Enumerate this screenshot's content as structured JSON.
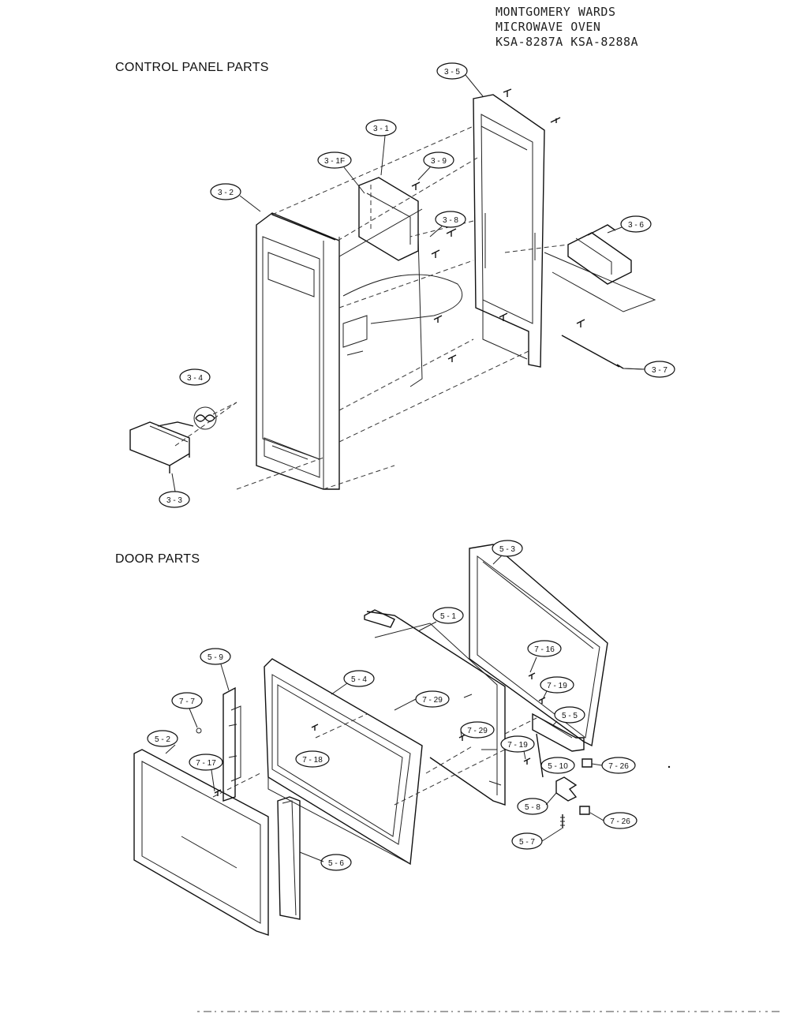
{
  "header": {
    "line1": "MONTGOMERY WARDS",
    "line2": "MICROWAVE OVEN",
    "line3": "KSA-8287A KSA-8288A"
  },
  "sections": {
    "control_panel_title": "CONTROL PANEL PARTS",
    "door_title": "DOOR PARTS"
  },
  "callouts": {
    "cp_3_5": "3 - 5",
    "cp_3_1": "3 - 1",
    "cp_3_1f": "3 - 1F",
    "cp_3_9": "3 - 9",
    "cp_3_2": "3 - 2",
    "cp_3_8": "3 - 8",
    "cp_3_6": "3 - 6",
    "cp_3_7": "3 - 7",
    "cp_3_4": "3 - 4",
    "cp_3_3": "3 - 3",
    "dr_5_3": "5 - 3",
    "dr_5_1": "5 - 1",
    "dr_5_9": "5 - 9",
    "dr_7_16": "7 - 16",
    "dr_5_4": "5 - 4",
    "dr_7_7": "7 - 7",
    "dr_7_19a": "7 - 19",
    "dr_7_29a": "7 - 29",
    "dr_5_5": "5 - 5",
    "dr_7_29b": "7 - 29",
    "dr_5_2": "5 - 2",
    "dr_7_19b": "7 - 19",
    "dr_7_17": "7 - 17",
    "dr_7_18": "7 - 18",
    "dr_5_10": "5 - 10",
    "dr_7_26a": "7 - 26",
    "dr_5_8": "5 - 8",
    "dr_7_26b": "7 - 26",
    "dr_5_7": "5 - 7",
    "dr_5_6": "5 - 6"
  }
}
